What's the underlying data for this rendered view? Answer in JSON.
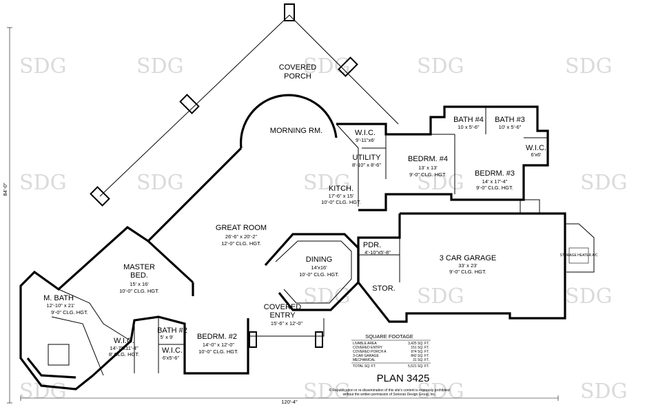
{
  "watermark": "SDG",
  "plan_title": "PLAN 3425",
  "dimensions": {
    "width": "120'-4\"",
    "depth": "84'-0\""
  },
  "rooms": [
    {
      "id": "covered-porch",
      "name_lines": [
        "COVERED",
        "PORCH"
      ],
      "size": "",
      "height": ""
    },
    {
      "id": "morning-rm",
      "name_lines": [
        "MORNING RM."
      ],
      "size": "",
      "height": ""
    },
    {
      "id": "wic-1",
      "name_lines": [
        "W.I.C."
      ],
      "size": "9'-11\"x6'",
      "height": ""
    },
    {
      "id": "utility",
      "name_lines": [
        "UTILITY"
      ],
      "size": "8'-10\" x 8'-6\"",
      "height": ""
    },
    {
      "id": "kitchen",
      "name_lines": [
        "KITCH."
      ],
      "size": "17'-6\" x 15'",
      "height": "10'-0\" CLG. HGT."
    },
    {
      "id": "bedrm-4",
      "name_lines": [
        "BEDRM. #4"
      ],
      "size": "13' x 13'",
      "height": "9'-0\" CLG. HGT."
    },
    {
      "id": "bath-4",
      "name_lines": [
        "BATH #4"
      ],
      "size": "10 x 5'-6\"",
      "height": ""
    },
    {
      "id": "bath-3",
      "name_lines": [
        "BATH #3"
      ],
      "size": "10' x 5'-6\"",
      "height": ""
    },
    {
      "id": "wic-3",
      "name_lines": [
        "W.I.C."
      ],
      "size": "6'x6'",
      "height": ""
    },
    {
      "id": "bedrm-3",
      "name_lines": [
        "BEDRM. #3"
      ],
      "size": "14' x 17'-4\"",
      "height": "9'-0\" CLG. HGT."
    },
    {
      "id": "great-room",
      "name_lines": [
        "GREAT ROOM"
      ],
      "size": "26'-6\" x 20'-2\"",
      "height": "12'-0\" CLG. HGT."
    },
    {
      "id": "master-bed",
      "name_lines": [
        "MASTER",
        "BED."
      ],
      "size": "15' x 16'",
      "height": "10'-0\" CLG. HGT."
    },
    {
      "id": "dining",
      "name_lines": [
        "DINING"
      ],
      "size": "14'x16'",
      "height": "10'-0\" CLG. HGT."
    },
    {
      "id": "pdr",
      "name_lines": [
        "PDR."
      ],
      "size": "4'-10\"x5'-8\"",
      "height": ""
    },
    {
      "id": "stor",
      "name_lines": [
        "STOR."
      ],
      "size": "",
      "height": ""
    },
    {
      "id": "garage",
      "name_lines": [
        "3 CAR GARAGE"
      ],
      "size": "33' x 23'",
      "height": "9'-0\" CLG. HGT."
    },
    {
      "id": "m-bath",
      "name_lines": [
        "M. BATH"
      ],
      "size": "12'-10\" x 21'",
      "height": "9'-0\" CLG. HGT."
    },
    {
      "id": "covered-entry",
      "name_lines": [
        "COVERED",
        "ENTRY"
      ],
      "size": "15'-6\" x 12'-0\"",
      "height": ""
    },
    {
      "id": "bath-2",
      "name_lines": [
        "BATH #2"
      ],
      "size": "5' x 9'",
      "height": ""
    },
    {
      "id": "bedrm-2",
      "name_lines": [
        "BEDRM. #2"
      ],
      "size": "14'-0\" x 12'-0\"",
      "height": "10'-0\" CLG. HGT."
    },
    {
      "id": "wic-master",
      "name_lines": [
        "W.I.C."
      ],
      "size": "14'-7\"x11'-4\"",
      "height": "8' CLG. HGT."
    },
    {
      "id": "wic-2",
      "name_lines": [
        "W.I.C."
      ],
      "size": "6'x5'-6\"",
      "height": ""
    }
  ],
  "square_footage": {
    "title": "SQUARE FOOTAGE",
    "rows": [
      {
        "label": "LIVABLE AREA",
        "value": "3,425 SQ. FT."
      },
      {
        "label": "COVERED ENTRY",
        "value": "151 SQ. FT."
      },
      {
        "label": "COVERED PORCH A",
        "value": "974 SQ. FT."
      },
      {
        "label": "3-CAR GARAGE",
        "value": "842 SQ. FT."
      },
      {
        "label": "MECHANICAL",
        "value": "31 SQ. FT."
      }
    ],
    "total": {
      "label": "TOTAL SQ. FT.",
      "value": "5,521 SQ. FT."
    }
  },
  "garage_note": "STORAGE HEATER A/C",
  "copyright_lines": [
    "© Republication or re-dissemination of this site's content is expressly prohibited",
    "without the written permission of Sonoran Design Group, Inc."
  ]
}
